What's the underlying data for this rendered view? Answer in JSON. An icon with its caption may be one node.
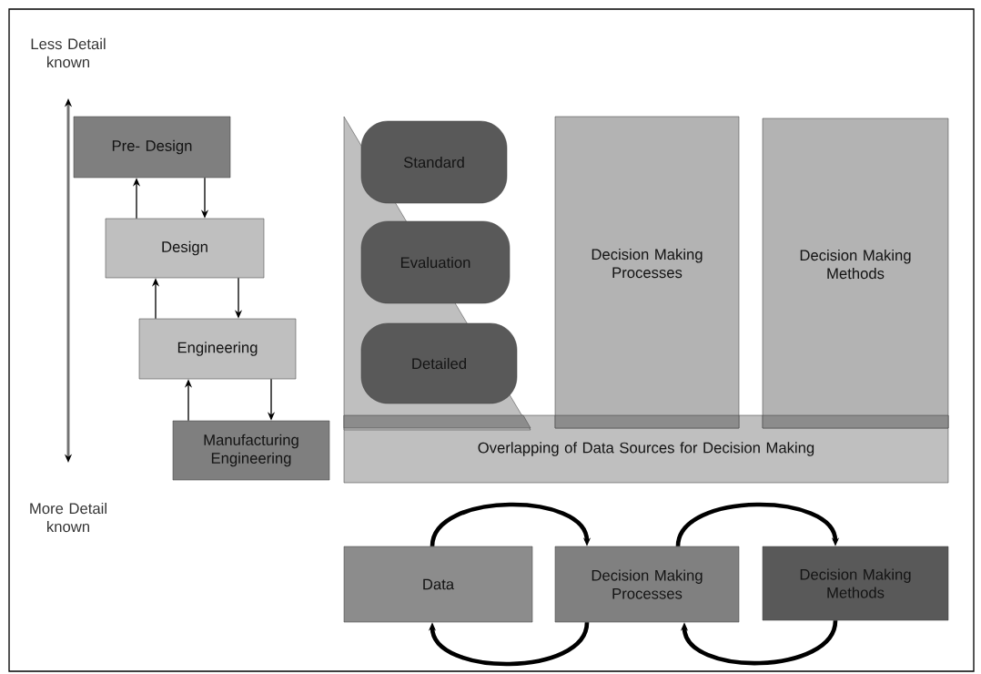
{
  "diagram": {
    "nodes": [
      {
        "text": [
          "Pre- Design"
        ]
      },
      {
        "text": [
          "Design"
        ]
      },
      {
        "text": [
          "Engineering"
        ]
      },
      {
        "text": [
          "Manufacturing Engineering"
        ]
      },
      {
        "text": [
          "Standard"
        ]
      },
      {
        "text": [
          "Evaluation"
        ]
      },
      {
        "text": [
          "Detailed"
        ]
      },
      {
        "text": [
          "Decision Making Processes"
        ]
      },
      {
        "text": [
          "Decision Making Methods"
        ]
      },
      {
        "text": [
          "Overlapping of Data Sources for Decision Making"
        ]
      },
      {
        "text": [
          "Data"
        ]
      },
      {
        "text": [
          "Decision Making Processes"
        ]
      },
      {
        "text": [
          "Decision Making Methods"
        ]
      }
    ],
    "edges": [
      {
        "from": 0,
        "to": 1,
        "arrow": "to"
      },
      {
        "from": 1,
        "to": 0,
        "arrow": "to"
      },
      {
        "from": 1,
        "to": 2,
        "arrow": "to"
      },
      {
        "from": 2,
        "to": 1,
        "arrow": "to"
      },
      {
        "from": 2,
        "to": 3,
        "arrow": "to"
      },
      {
        "from": 3,
        "to": 2,
        "arrow": "to"
      },
      {
        "from": 10,
        "to": 11,
        "arrow": "to",
        "style": "thick"
      },
      {
        "from": 11,
        "to": 10,
        "arrow": "to",
        "style": "thick"
      },
      {
        "from": 11,
        "to": 12,
        "arrow": "to",
        "style": "thick"
      },
      {
        "from": 12,
        "to": 11,
        "arrow": "to",
        "style": "thick"
      }
    ],
    "labels": [
      "Less Detail known",
      "More Detail known"
    ]
  }
}
